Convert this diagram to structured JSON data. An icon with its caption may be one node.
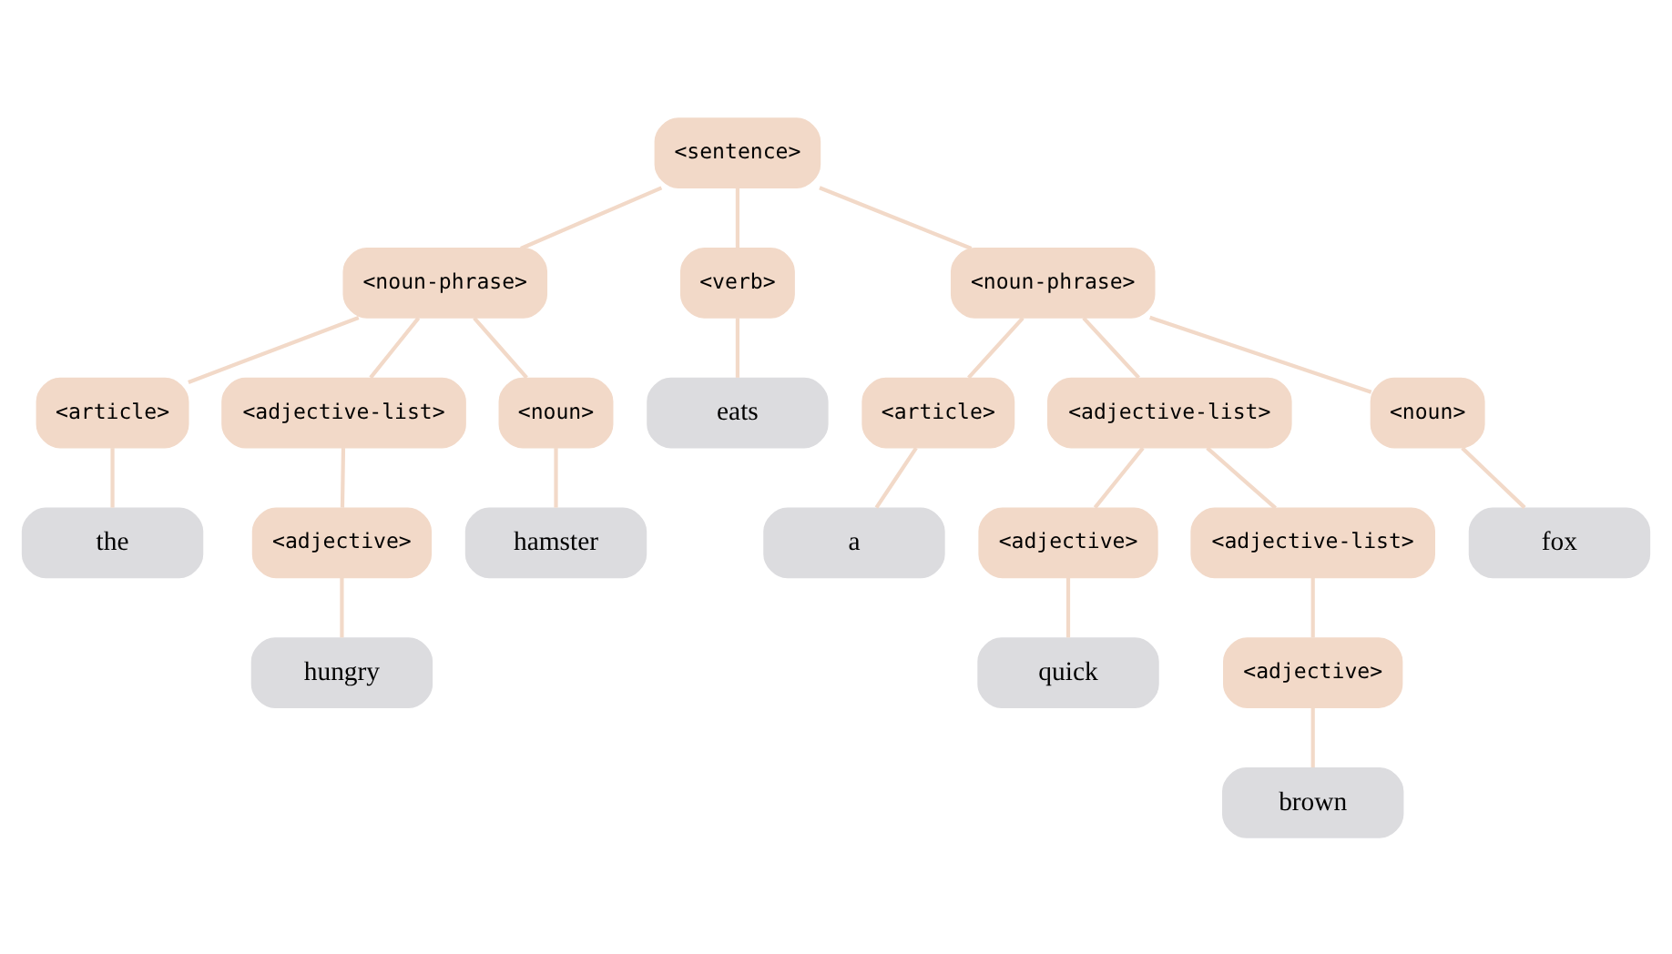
{
  "diagram": {
    "nodes": [
      {
        "text": [
          "<sentence>"
        ]
      },
      {
        "text": [
          "<noun-phrase>"
        ]
      },
      {
        "text": [
          "<verb>"
        ]
      },
      {
        "text": [
          "<noun-phrase>"
        ]
      },
      {
        "text": [
          "<article>"
        ]
      },
      {
        "text": [
          "<adjective-list>"
        ]
      },
      {
        "text": [
          "<noun>"
        ]
      },
      {
        "text": [
          "eats"
        ]
      },
      {
        "text": [
          "<article>"
        ]
      },
      {
        "text": [
          "<adjective-list>"
        ]
      },
      {
        "text": [
          "<noun>"
        ]
      },
      {
        "text": [
          "<adjective>"
        ]
      },
      {
        "text": [
          "the"
        ]
      },
      {
        "text": [
          "hamster"
        ]
      },
      {
        "text": [
          "<adjective>"
        ]
      },
      {
        "text": [
          "<adjective-list>"
        ]
      },
      {
        "text": [
          "a"
        ]
      },
      {
        "text": [
          "hungry"
        ]
      },
      {
        "text": [
          "quick"
        ]
      },
      {
        "text": [
          "<adjective>"
        ]
      },
      {
        "text": [
          "fox"
        ]
      },
      {
        "text": [
          "brown"
        ]
      }
    ],
    "edges": [
      {
        "from": 0,
        "to": 1,
        "arrow": "none"
      },
      {
        "from": 0,
        "to": 2,
        "arrow": "none"
      },
      {
        "from": 0,
        "to": 3,
        "arrow": "none"
      },
      {
        "from": 1,
        "to": 4,
        "arrow": "none"
      },
      {
        "from": 1,
        "to": 5,
        "arrow": "none"
      },
      {
        "from": 1,
        "to": 6,
        "arrow": "none"
      },
      {
        "from": 2,
        "to": 7,
        "arrow": "none"
      },
      {
        "from": 3,
        "to": 8,
        "arrow": "none"
      },
      {
        "from": 3,
        "to": 9,
        "arrow": "none"
      },
      {
        "from": 3,
        "to": 10,
        "arrow": "none"
      },
      {
        "from": 5,
        "to": 11,
        "arrow": "none"
      },
      {
        "from": 4,
        "to": 12,
        "arrow": "none"
      },
      {
        "from": 6,
        "to": 13,
        "arrow": "none"
      },
      {
        "from": 9,
        "to": 14,
        "arrow": "none"
      },
      {
        "from": 9,
        "to": 15,
        "arrow": "none"
      },
      {
        "from": 8,
        "to": 16,
        "arrow": "none"
      },
      {
        "from": 11,
        "to": 17,
        "arrow": "none"
      },
      {
        "from": 14,
        "to": 18,
        "arrow": "none"
      },
      {
        "from": 15,
        "to": 19,
        "arrow": "none"
      },
      {
        "from": 10,
        "to": 20,
        "arrow": "none"
      },
      {
        "from": 19,
        "to": 21,
        "arrow": "none"
      }
    ]
  }
}
